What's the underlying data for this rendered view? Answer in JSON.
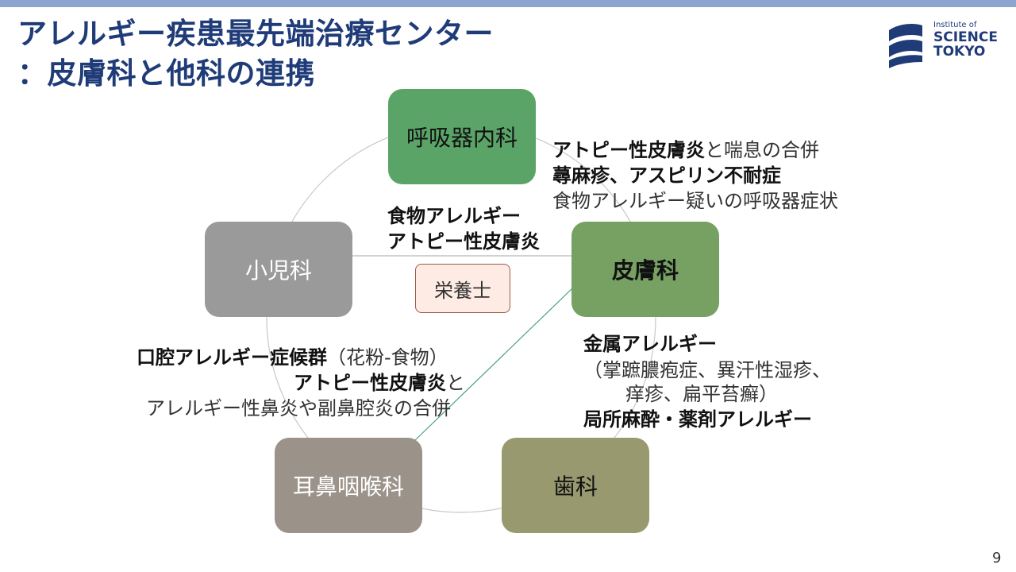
{
  "title": {
    "line1": "アレルギー疾患最先端治療センター",
    "line2": "：皮膚科と他科の連携"
  },
  "logo": {
    "small": "Institute of",
    "line1": "SCIENCE",
    "line2": "TOKYO",
    "color": "#1f3b78"
  },
  "departments": {
    "respiratory": "呼吸器内科",
    "dermatology": "皮膚科",
    "dental": "歯科",
    "ent": "耳鼻咽喉科",
    "pediatrics": "小児科"
  },
  "nutritionist": "栄養士",
  "annotations": {
    "resp_derm": {
      "l1_bold": "アトピー性皮膚炎",
      "l1_rest": "と喘息の合併",
      "l2_bold": "蕁麻疹、アスピリン不耐症",
      "l3": "食物アレルギー疑いの呼吸器症状"
    },
    "ped_derm": {
      "l1": "食物アレルギー",
      "l2": "アトピー性皮膚炎"
    },
    "derm_dent": {
      "l1_bold": "金属アレルギー",
      "l2": "（掌蹠膿疱症、異汗性湿疹、",
      "l3": "痒疹、扁平苔癬）",
      "l4_bold": "局所麻酔・薬剤アレルギー"
    },
    "ent_derm": {
      "l1_bold": "口腔アレルギー症候群",
      "l1_rest": "（花粉-食物）",
      "l2_bold": "アトピー性皮膚炎",
      "l2_rest": "と",
      "l3": "アレルギー性鼻炎や副鼻腔炎の合併"
    }
  },
  "page_number": "9",
  "colors": {
    "top_bar": "#8ea6cf",
    "respiratory": "#5aa468",
    "dermatology": "#76a163",
    "dental": "#98996f",
    "ent": "#9b9389",
    "pediatrics": "#9a9a9a",
    "nutritionist_fill": "#fdebe4",
    "nutritionist_border": "#9a5b4a",
    "ent_link": "#4aa37a"
  }
}
